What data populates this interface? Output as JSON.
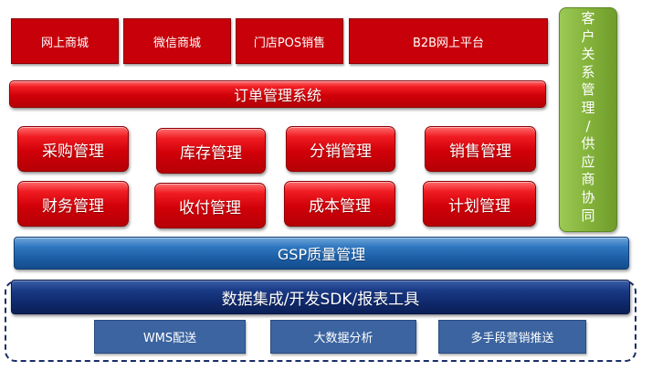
{
  "channels": [
    "网上商城",
    "微信商城",
    "门店POS销售",
    "B2B网上平台"
  ],
  "order_system": "订单管理系统",
  "crm_chars": [
    "客",
    "户",
    "关",
    "系",
    "管",
    "理",
    "/",
    "供",
    "应",
    "商",
    "协",
    "同"
  ],
  "modules_row1": [
    "采购管理",
    "库存管理",
    "分销管理",
    "销售管理"
  ],
  "modules_row2": [
    "财务管理",
    "收付管理",
    "成本管理",
    "计划管理"
  ],
  "gsp": "GSP质量管理",
  "sdk": "数据集成/开发SDK/报表工具",
  "services": [
    "WMS配送",
    "大数据分析",
    "多手段营销推送"
  ],
  "colors": {
    "red": "#c8000a",
    "green": "#86b53d",
    "blue": "#1c5ea6",
    "navy": "#102a6e",
    "service_blue": "#3b64a0"
  }
}
